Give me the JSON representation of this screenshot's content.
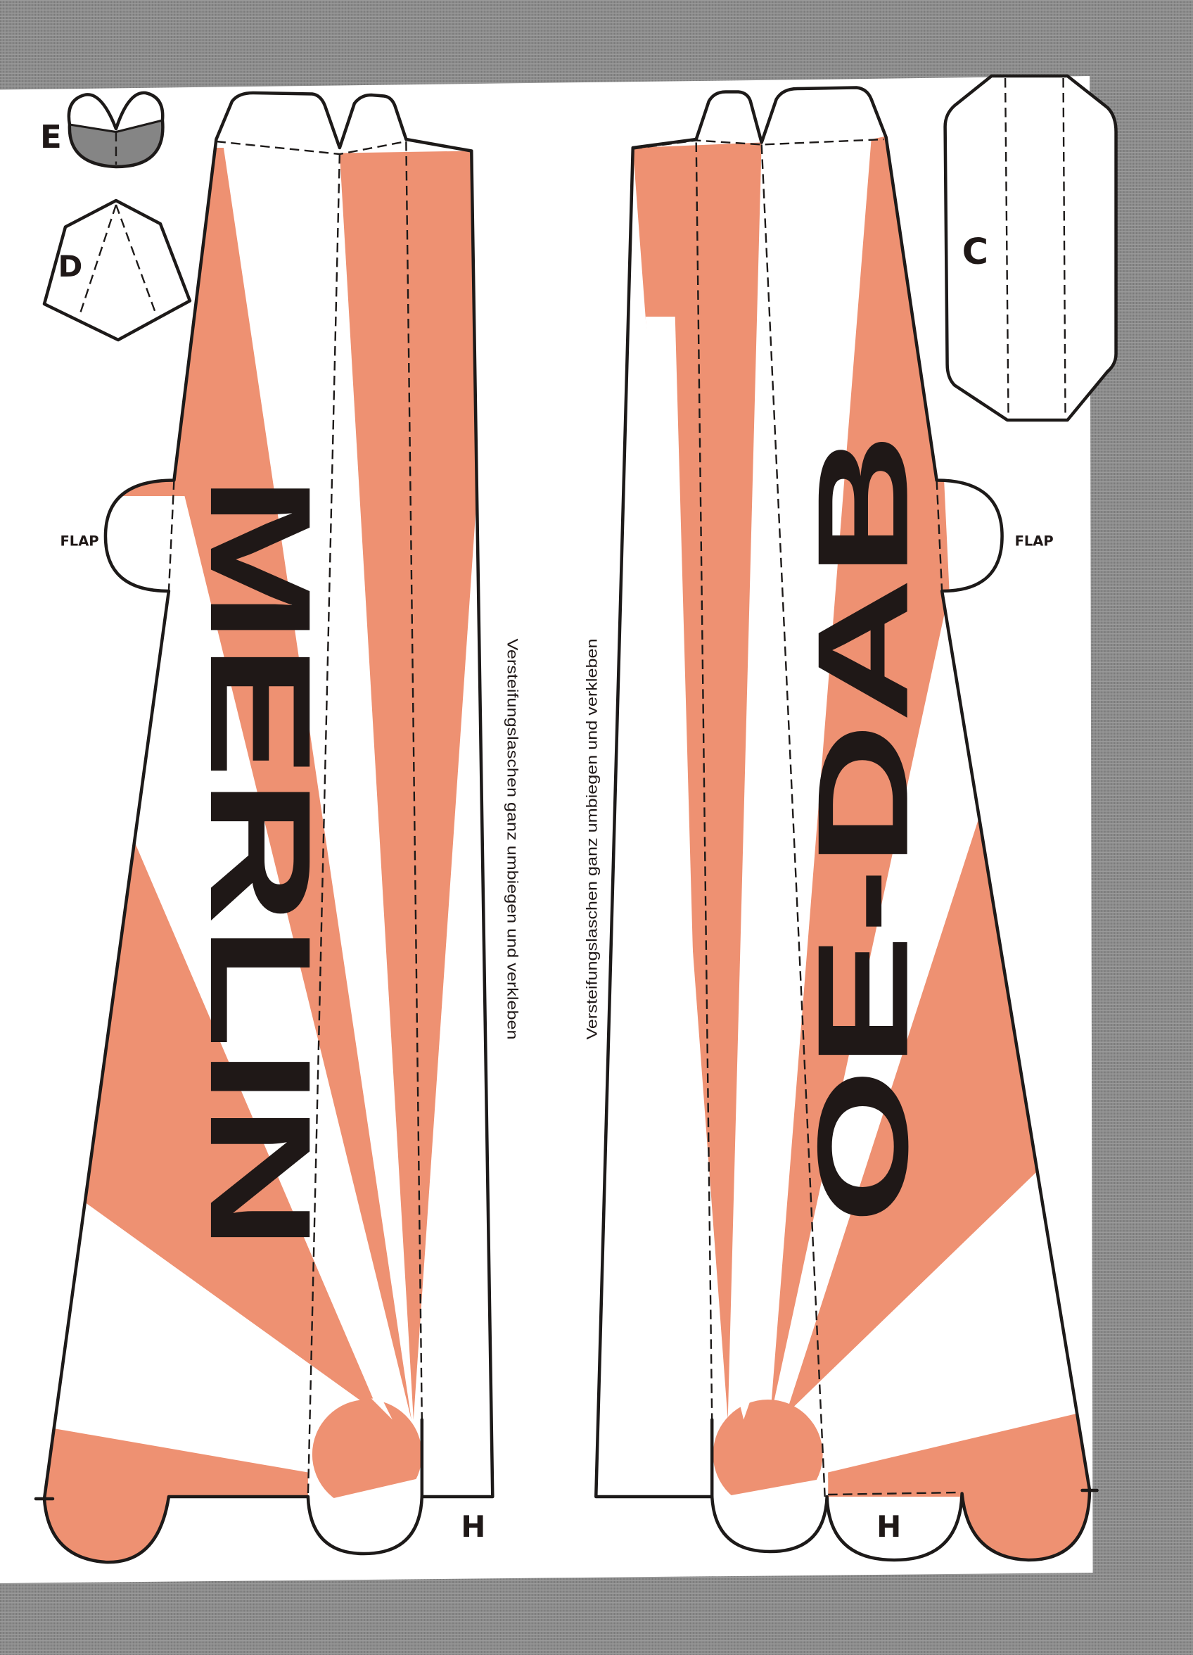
{
  "colors": {
    "orange": "#ee9172",
    "background_gray": "#8b8b8b",
    "line": "#1d1a19",
    "bowl_gray": "#858585"
  },
  "parts": {
    "e_label": "E",
    "d_label": "D",
    "c_label": "C",
    "h_label_left": "H",
    "h_label_right": "H",
    "flap_left": "FLAP",
    "flap_right": "FLAP"
  },
  "lettering": {
    "left_side": "MERLIN",
    "right_side": "OE-DAB"
  },
  "instructions": {
    "left": "Versteifungslaschen ganz umbiegen und verkleben",
    "right": "Versteifungslaschen ganz umbiegen und verkleben"
  }
}
